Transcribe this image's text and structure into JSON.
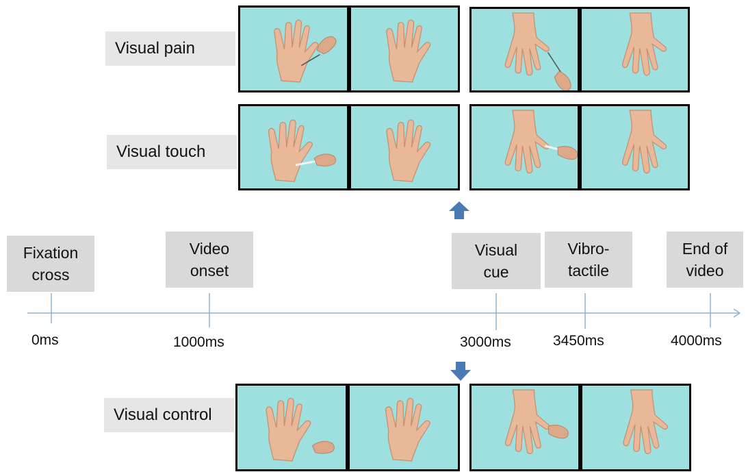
{
  "conditions": {
    "pain": "Visual pain",
    "touch": "Visual touch",
    "control": "Visual control"
  },
  "events": {
    "fixation": {
      "line1": "Fixation",
      "line2": "cross"
    },
    "video_onset": {
      "line1": "Video",
      "line2": "onset"
    },
    "visual_cue": {
      "line1": "Visual",
      "line2": "cue"
    },
    "vibrotactile": {
      "line1": "Vibro-",
      "line2": "tactile"
    },
    "end_video": {
      "line1": "End of",
      "line2": "video"
    }
  },
  "ticks": {
    "t0": "0ms",
    "t1000": "1000ms",
    "t3000": "3000ms",
    "t3450": "3450ms",
    "t4000": "4000ms"
  },
  "colors": {
    "axis": "#8fb2cf",
    "arrow": "#4a7ab4",
    "label_bg": "#e6e6e6",
    "event_bg": "#d9d9d9",
    "panel_bg": "#9edfdf",
    "skin": "#e8b898"
  },
  "icons": {
    "up_arrow": "up-arrow-icon",
    "down_arrow": "down-arrow-icon"
  }
}
